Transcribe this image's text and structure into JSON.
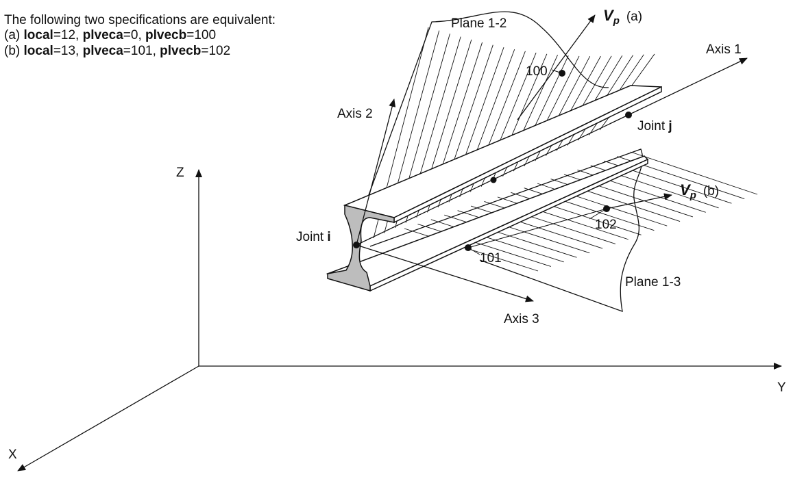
{
  "spec": {
    "intro": "The following two specifications are equivalent:",
    "a": {
      "tag": "(a)",
      "local_key": "local",
      "local_val": "=12, ",
      "plveca_key": "plveca",
      "plveca_val": "=0, ",
      "plvecb_key": "plvecb",
      "plvecb_val": "=100"
    },
    "b": {
      "tag": "(b)",
      "local_key": "local",
      "local_val": "=13, ",
      "plveca_key": "plveca",
      "plveca_val": "=101, ",
      "plvecb_key": "plvecb",
      "plvecb_val": "=102"
    }
  },
  "labels": {
    "plane12": "Plane 1-2",
    "plane13": "Plane 1-3",
    "axis1": "Axis 1",
    "axis2": "Axis 2",
    "axis3": "Axis 3",
    "z": "Z",
    "y": "Y",
    "x": "X",
    "joint_i_word": "Joint ",
    "joint_i_letter": "i",
    "joint_j_word": "Joint ",
    "joint_j_letter": "j",
    "vp_a_symbol": "V",
    "vp_a_sub": "p",
    "vp_a_tag": "(a)",
    "vp_b_symbol": "V",
    "vp_b_sub": "p",
    "vp_b_tag": "(b)",
    "pt100": "100",
    "pt101": "101",
    "pt102": "102"
  },
  "colors": {
    "line": "#111111",
    "section_fill": "#bdbdbd"
  }
}
